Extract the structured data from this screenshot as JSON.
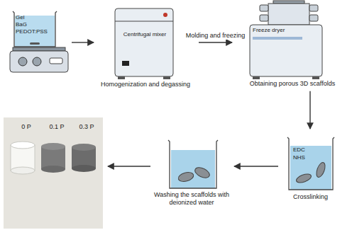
{
  "diagram": {
    "nodes": [
      {
        "text": [
          "Gel",
          "BaG",
          "PEDOT:PSS"
        ]
      },
      {
        "text": [
          "Centrifugal mixer",
          "Homogenization and degassing"
        ]
      },
      {
        "text": [
          "Freeze dryer",
          "Obtaining porous 3D scaffolds"
        ]
      },
      {
        "text": [
          "EDC",
          "NHS",
          "Crosslinking"
        ]
      },
      {
        "text": [
          "Washing the scaffolds with deionized water"
        ]
      },
      {
        "text": [
          "0 P",
          "0.1 P",
          "0.3 P"
        ]
      }
    ],
    "edges": [
      {
        "from": 0,
        "to": 1,
        "arrow": "to"
      },
      {
        "from": 1,
        "to": 2,
        "label": "Molding and freezing",
        "arrow": "to"
      },
      {
        "from": 2,
        "to": 3,
        "arrow": "to"
      },
      {
        "from": 3,
        "to": 4,
        "arrow": "to"
      },
      {
        "from": 4,
        "to": 5,
        "arrow": "to"
      }
    ]
  }
}
